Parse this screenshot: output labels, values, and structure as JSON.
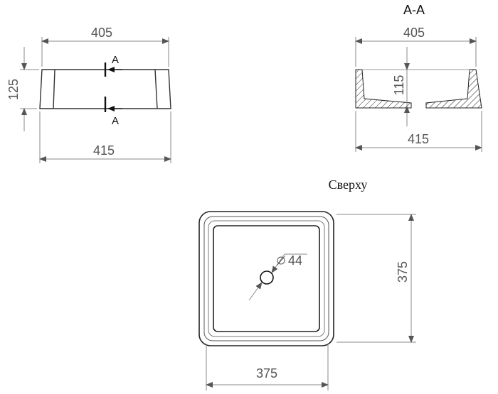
{
  "front_view": {
    "top_width": "405",
    "height": "125",
    "bottom_width": "415",
    "section_marker_top": "A",
    "section_marker_bottom": "A"
  },
  "section_view": {
    "title": "A-A",
    "top_width": "405",
    "inner_height": "115",
    "bottom_width": "415"
  },
  "top_view": {
    "title": "Сверху",
    "drain_diameter": "44",
    "height": "375",
    "width": "375"
  }
}
